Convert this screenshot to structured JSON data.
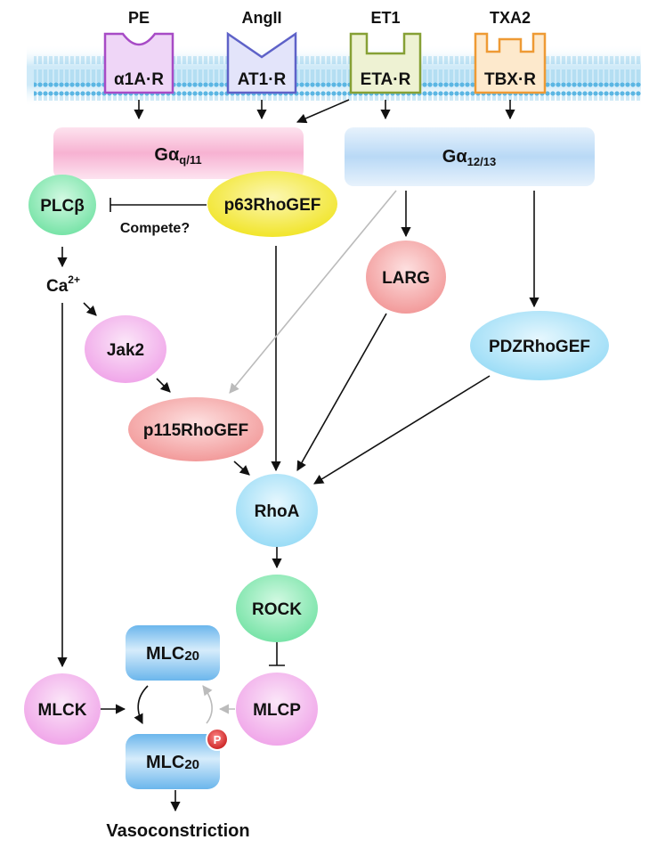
{
  "ligands": {
    "pe": "PE",
    "angii": "AngII",
    "et1": "ET1",
    "txa2": "TXA2"
  },
  "receptors": {
    "a1a": "α1A·R",
    "at1": "AT1·R",
    "eta": "ETA·R",
    "tbx": "TBX·R"
  },
  "g_proteins": {
    "gq_main": "Gα",
    "gq_sub": "q/11",
    "g12_main": "Gα",
    "g12_sub": "12/13"
  },
  "nodes": {
    "plcb": "PLCβ",
    "p63": "p63RhoGEF",
    "compete": "Compete?",
    "ca_main": "Ca",
    "ca_sup": "2+",
    "jak2": "Jak2",
    "larg": "LARG",
    "pdz": "PDZRhoGEF",
    "p115": "p115RhoGEF",
    "rhoa": "RhoA",
    "rock": "ROCK",
    "mlcp": "MLCP",
    "mlck": "MLCK",
    "mlc_top_main": "MLC",
    "mlc_top_sub": "20",
    "mlc_bot_main": "MLC",
    "mlc_bot_sub": "20",
    "phospho": "P",
    "vaso": "Vasoconstriction"
  },
  "colors": {
    "pink_node": "#f6c3f1",
    "green_node": "#9fefc3",
    "yellow_node": "#f7ef5e",
    "salmon_node": "#f7b9b9",
    "lightblue_node": "#c1ebfb",
    "gq_bar": "#f9bcd8",
    "g12_bar": "#c8e2f8",
    "mlc_box": "#8fcaf1",
    "receptor_purple": "#b05ccc",
    "receptor_blue": "#6f73cf",
    "receptor_olive": "#8da33a",
    "receptor_orange": "#f0a241",
    "phospho_red": "#d42a2a",
    "membrane": "#76c3e8"
  }
}
